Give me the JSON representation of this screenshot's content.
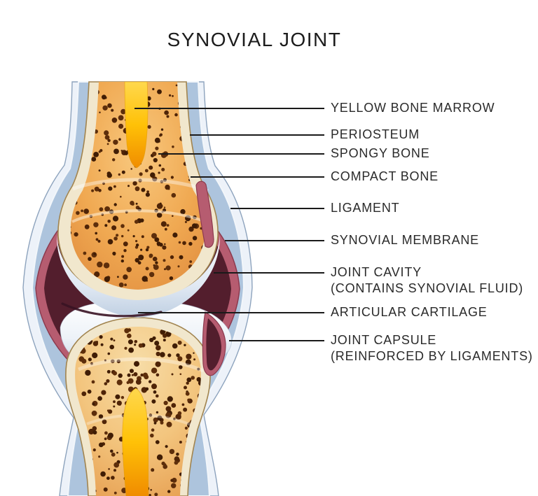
{
  "title": "SYNOVIAL JOINT",
  "labels": [
    {
      "name": "yellow-bone-marrow",
      "lines": [
        "YELLOW BONE MARROW"
      ]
    },
    {
      "name": "periosteum",
      "lines": [
        "PERIOSTEUM"
      ]
    },
    {
      "name": "spongy-bone",
      "lines": [
        "SPONGY BONE"
      ]
    },
    {
      "name": "compact-bone",
      "lines": [
        "COMPACT BONE"
      ]
    },
    {
      "name": "ligament",
      "lines": [
        "LIGAMENT"
      ]
    },
    {
      "name": "synovial-membrane",
      "lines": [
        "SYNOVIAL MEMBRANE"
      ]
    },
    {
      "name": "joint-cavity",
      "lines": [
        "JOINT CAVITY",
        "(CONTAINS SYNOVIAL FLUID)"
      ]
    },
    {
      "name": "articular-cartilage",
      "lines": [
        "ARTICULAR CARTILAGE"
      ]
    },
    {
      "name": "joint-capsule",
      "lines": [
        "JOINT CAPSULE",
        "(REINFORCED BY LIGAMENTS)"
      ]
    }
  ],
  "colors": {
    "background": "#ffffff",
    "title_text": "#1c1c1c",
    "label_text": "#2a2a2a",
    "leader_line": "#1a1a1a",
    "capsule_outer": "#edf2f9",
    "capsule_outline": "#8da3bd",
    "capsule_inner_blue": "#adc4dd",
    "synovial_membrane": "#b65c70",
    "membrane_edge": "#8c3a4e",
    "joint_cavity": "#531e2d",
    "compact_bone": "#f1e7cd",
    "bone_outline": "#a1844f",
    "spongy_bone": "#f0a952",
    "spongy_dots": "#4f2407",
    "bone_marrow": "#ffc107",
    "cartilage": "#dfe9f3"
  }
}
